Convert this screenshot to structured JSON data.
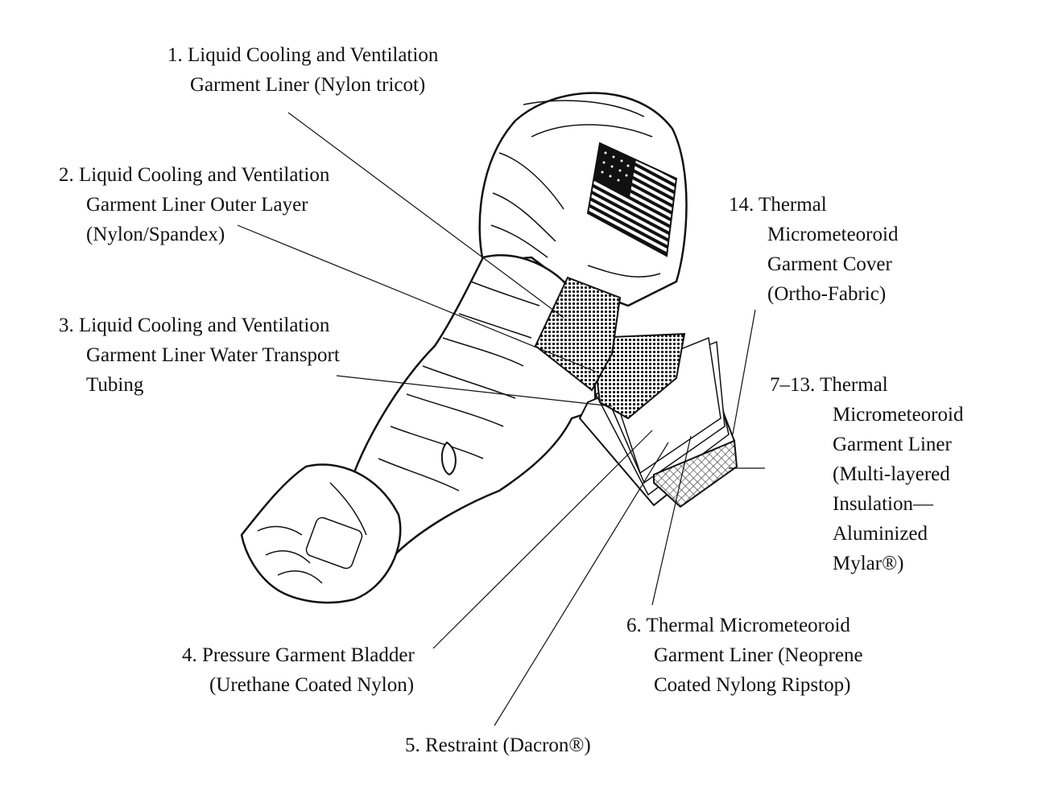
{
  "labels": {
    "l1": [
      "1. Liquid Cooling and Ventilation",
      "Garment Liner (Nylon tricot)"
    ],
    "l2": [
      "2.  Liquid Cooling and Ventilation",
      "Garment Liner Outer Layer",
      "(Nylon/Spandex)"
    ],
    "l3": [
      "3.  Liquid Cooling and Ventilation",
      "Garment Liner Water Transport",
      "Tubing"
    ],
    "l4": [
      "4.  Pressure Garment Bladder",
      "(Urethane Coated Nylon)"
    ],
    "l5": [
      "5.  Restraint (Dacron®)"
    ],
    "l6": [
      "6.  Thermal Micrometeoroid",
      "Garment Liner (Neoprene",
      "Coated Nylong Ripstop)"
    ],
    "l7": [
      "7–13.  Thermal",
      "Micrometeoroid",
      "Garment Liner",
      "(Multi-layered",
      "Insulation—",
      "Aluminized",
      "Mylar®)"
    ],
    "l14": [
      "14.  Thermal",
      "Micrometeoroid",
      "Garment Cover",
      "(Ortho-Fabric)"
    ]
  }
}
